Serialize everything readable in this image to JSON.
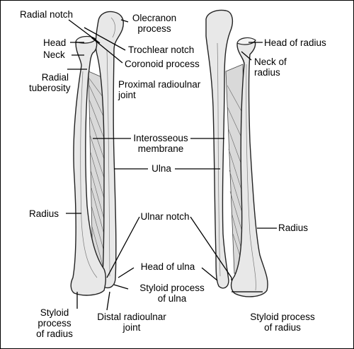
{
  "labels": {
    "radial_notch": "Radial notch",
    "olecranon_process_1": "Olecranon",
    "olecranon_process_2": "process",
    "head": "Head",
    "neck": "Neck",
    "trochlear_notch": "Trochlear notch",
    "coronoid_process": "Coronoid process",
    "radial_tuberosity_1": "Radial",
    "radial_tuberosity_2": "tuberosity",
    "proximal_radioulnar_1": "Proximal radioulnar",
    "proximal_radioulnar_2": "joint",
    "interosseous_1": "Interosseous",
    "interosseous_2": "membrane",
    "ulna": "Ulna",
    "radius_left": "Radius",
    "ulnar_notch": "Ulnar notch",
    "head_of_ulna": "Head of ulna",
    "styloid_ulna_1": "Styloid process",
    "styloid_ulna_2": "of ulna",
    "styloid_radius_left_1": "Styloid",
    "styloid_radius_left_2": "process",
    "styloid_radius_left_3": "of radius",
    "distal_radioulnar_1": "Distal radioulnar",
    "distal_radioulnar_2": "joint",
    "head_of_radius": "Head of radius",
    "neck_of_radius_1": "Neck of",
    "neck_of_radius_2": "radius",
    "radius_right": "Radius",
    "styloid_radius_right_1": "Styloid process",
    "styloid_radius_right_2": "of radius"
  }
}
